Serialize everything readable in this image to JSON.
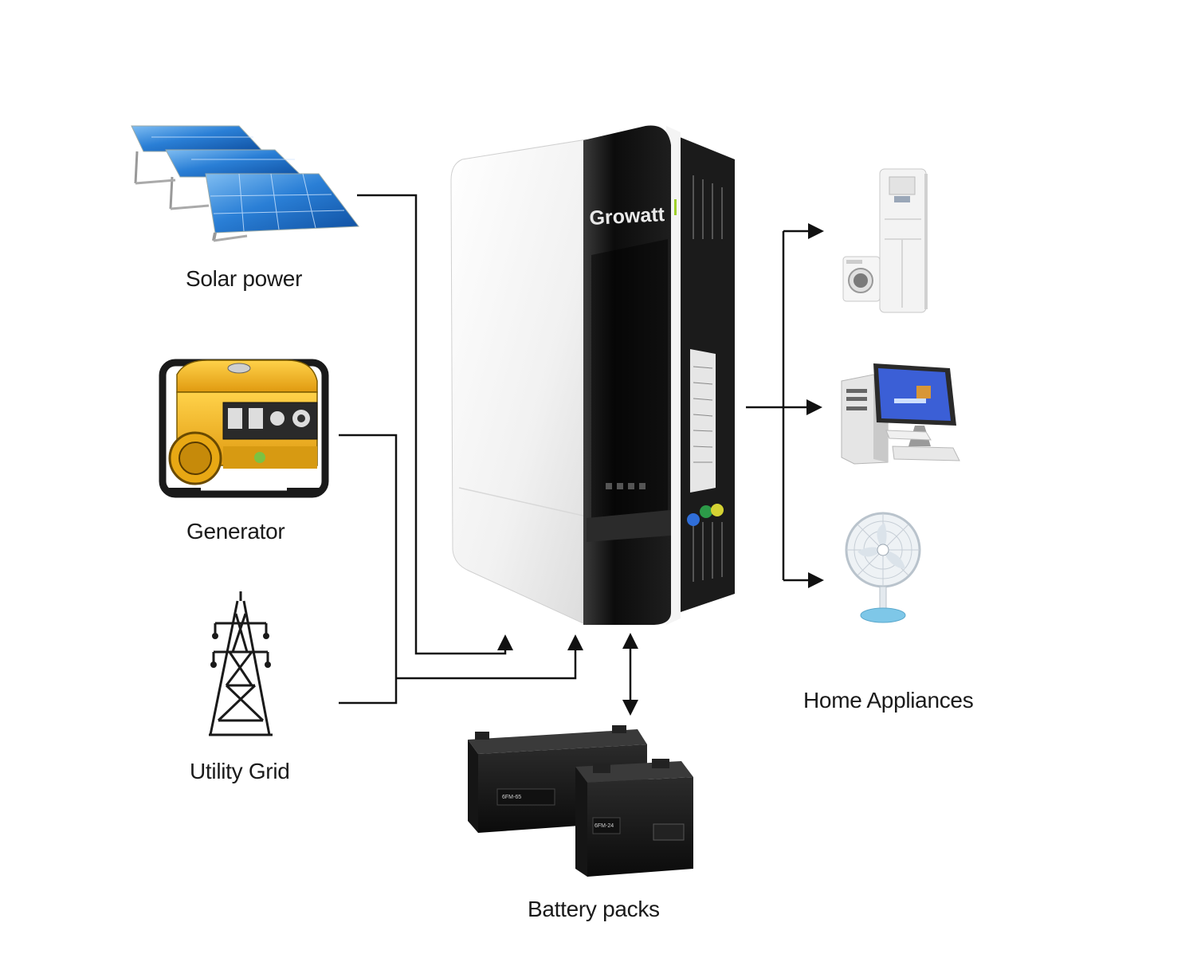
{
  "diagram": {
    "sources": {
      "solar": {
        "label": "Solar power",
        "icon": "solar-panel-icon"
      },
      "generator": {
        "label": "Generator",
        "icon": "generator-icon"
      },
      "grid": {
        "label": "Utility Grid",
        "icon": "power-tower-icon"
      }
    },
    "inverter": {
      "brand": "Growatt",
      "icon": "inverter-icon"
    },
    "battery": {
      "label": "Battery packs",
      "model_large": "6FM-65",
      "model_small": "6FM-24",
      "icon": "battery-icon"
    },
    "loads": {
      "label": "Home Appliances",
      "items": [
        {
          "icon": "air-conditioner-icon"
        },
        {
          "icon": "computer-icon"
        },
        {
          "icon": "fan-icon"
        }
      ]
    }
  },
  "colors": {
    "line": "#111111",
    "panel_blue": "#1f73c9",
    "generator_yellow": "#f3b41b",
    "inverter_black": "#161616",
    "inverter_white": "#f4f4f4",
    "accent_green": "#9ed02a"
  }
}
